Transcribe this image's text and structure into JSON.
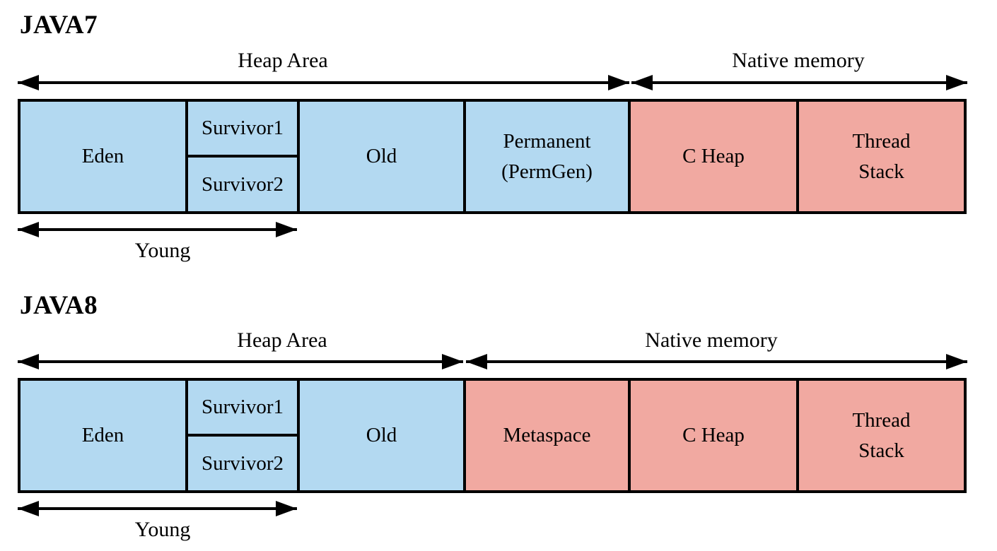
{
  "colors": {
    "heap_fill": "#b3d9f1",
    "native_fill": "#f1a9a1",
    "border": "#000000",
    "background": "#ffffff"
  },
  "java7": {
    "title": "JAVA7",
    "heap_area_label": "Heap Area",
    "native_memory_label": "Native memory",
    "young_label": "Young",
    "cells": {
      "eden": "Eden",
      "survivor1": "Survivor1",
      "survivor2": "Survivor2",
      "old": "Old",
      "permanent": "Permanent\n(PermGen)",
      "c_heap": "C Heap",
      "thread_stack": "Thread\nStack"
    }
  },
  "java8": {
    "title": "JAVA8",
    "heap_area_label": "Heap Area",
    "native_memory_label": "Native memory",
    "young_label": "Young",
    "cells": {
      "eden": "Eden",
      "survivor1": "Survivor1",
      "survivor2": "Survivor2",
      "old": "Old",
      "metaspace": "Metaspace",
      "c_heap": "C Heap",
      "thread_stack": "Thread\nStack"
    }
  }
}
